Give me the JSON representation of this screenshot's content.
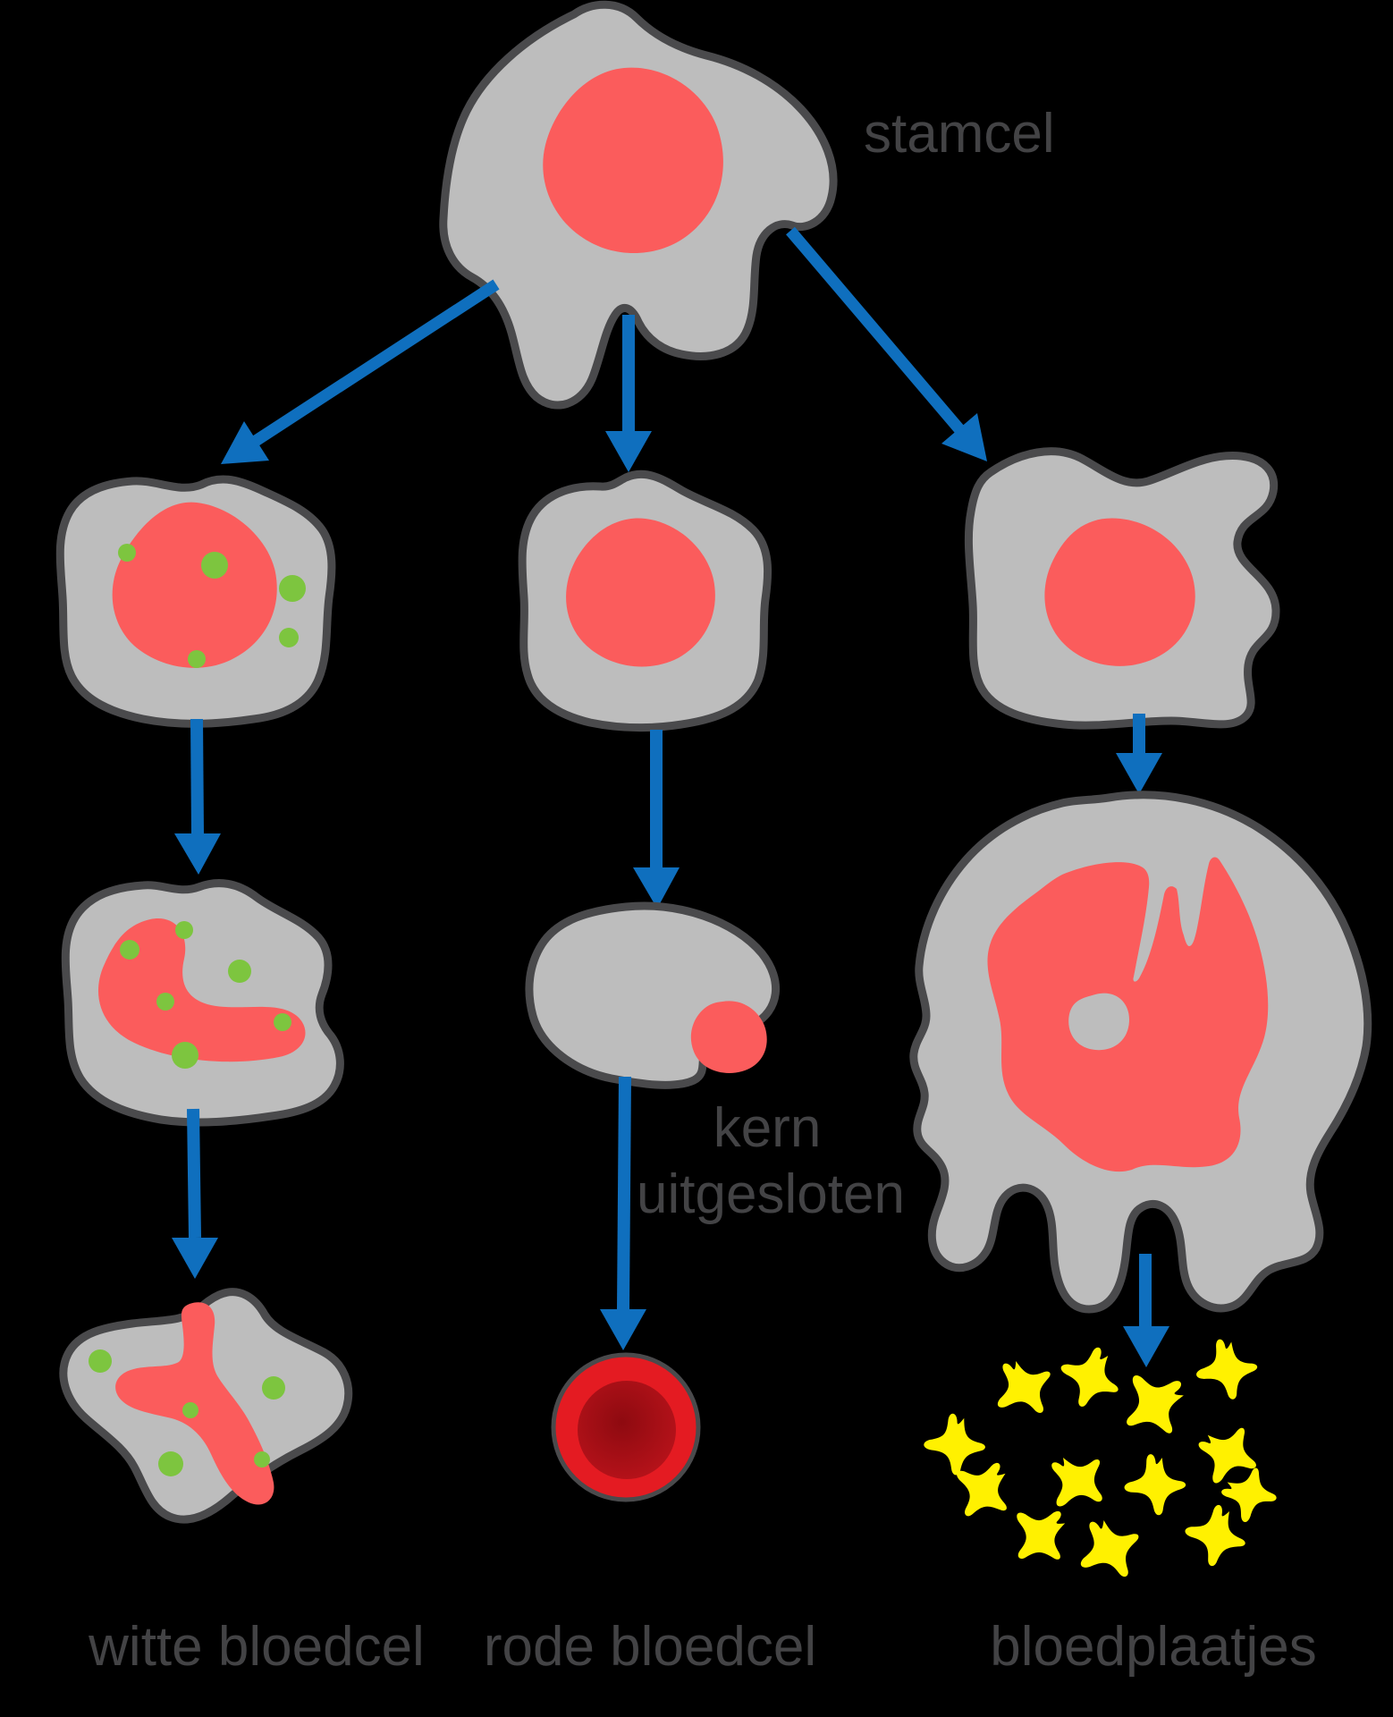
{
  "diagram": {
    "stamcel_label": "stamcel",
    "annotation": {
      "line1": "kern",
      "line2": "uitgesloten"
    },
    "bottom_labels": {
      "white_blood_cell": "witte bloedcel",
      "red_blood_cell": "rode bloedcel",
      "platelets": "bloedplaatjes"
    }
  },
  "colors": {
    "background": "#000000",
    "cell_body": "#bdbdbd",
    "cell_outline": "#4a4a4c",
    "nucleus_red": "#fb5c5c",
    "granule_green": "#7dc53f",
    "arrow_blue": "#0f6fbe",
    "rbc_outer": "#e41b22",
    "rbc_inner_dark": "#8e0a10",
    "rbc_inner_edge": "#bf141c",
    "platelet_yellow": "#fff100",
    "label_text": "#434345"
  }
}
